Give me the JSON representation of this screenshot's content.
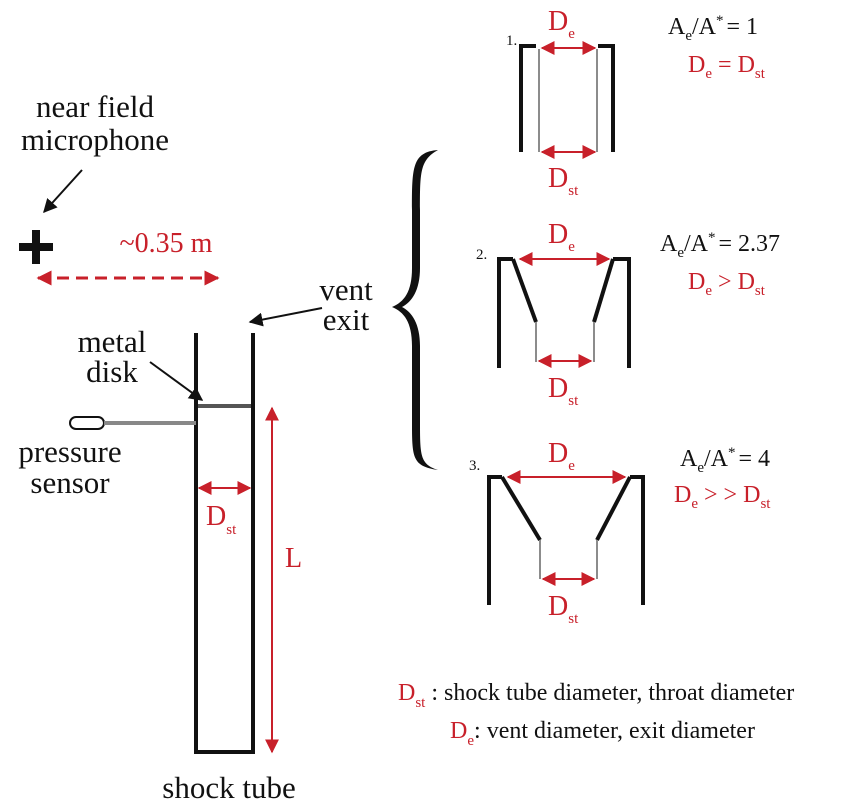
{
  "colors": {
    "ink": "#111111",
    "accent": "#c8202a",
    "grey": "#8c8c8c"
  },
  "left": {
    "microphone_label": [
      "near field",
      "microphone"
    ],
    "mic_marker": "+",
    "distance": "~0.35 m",
    "vent_label": [
      "vent",
      "exit"
    ],
    "disk_label": [
      "metal",
      "disk"
    ],
    "sensor_label": [
      "pressure",
      "sensor"
    ],
    "tube_diam": {
      "base": "D",
      "sub": "st"
    },
    "length": "L",
    "tube_label": "shock tube"
  },
  "configs": [
    {
      "number": "1.",
      "ratio_lhs": {
        "base": "A",
        "sub": "e",
        "mid": "/A",
        "sup": "*"
      },
      "ratio_rhs": "= 1",
      "relation": {
        "a": "D",
        "a_sub": "e",
        "op": " = ",
        "b": "D",
        "b_sub": "st"
      }
    },
    {
      "number": "2.",
      "ratio_lhs": {
        "base": "A",
        "sub": "e",
        "mid": "/A",
        "sup": "*"
      },
      "ratio_rhs": "= 2.37",
      "relation": {
        "a": "D",
        "a_sub": "e",
        "op": " > ",
        "b": "D",
        "b_sub": "st"
      }
    },
    {
      "number": "3.",
      "ratio_lhs": {
        "base": "A",
        "sub": "e",
        "mid": "/A",
        "sup": "*"
      },
      "ratio_rhs": "= 4",
      "relation": {
        "a": "D",
        "a_sub": "e",
        "op": " > > ",
        "b": "D",
        "b_sub": "st"
      }
    }
  ],
  "dim_labels": {
    "exit": {
      "base": "D",
      "sub": "e"
    },
    "throat": {
      "base": "D",
      "sub": "st"
    }
  },
  "legend": [
    {
      "sym": "D",
      "sub": "st",
      "sep": " : ",
      "text": "shock tube diameter, throat diameter"
    },
    {
      "sym": "D",
      "sub": "e",
      "sep": ": ",
      "text": "vent diameter, exit diameter"
    }
  ]
}
